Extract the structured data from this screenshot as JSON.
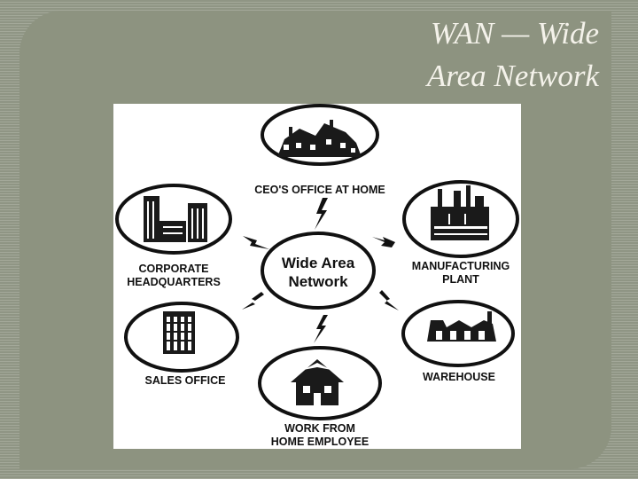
{
  "slide": {
    "title_line1": "WAN — Wide",
    "title_line2": "Area Network"
  },
  "diagram": {
    "hub": {
      "line1": "Wide Area",
      "line2": "Network"
    },
    "nodes": {
      "ceo_home": {
        "line1": "CEO'S OFFICE AT HOME",
        "icon": "house-icon"
      },
      "corporate_hq": {
        "line1": "CORPORATE",
        "line2": "HEADQUARTERS",
        "icon": "office-towers-icon"
      },
      "manufacturing": {
        "line1": "MANUFACTURING",
        "line2": "PLANT",
        "icon": "factory-icon"
      },
      "sales": {
        "line1": "SALES OFFICE",
        "icon": "office-building-icon"
      },
      "warehouse": {
        "line1": "WAREHOUSE",
        "icon": "warehouse-icon"
      },
      "work_from_home": {
        "line1": "WORK FROM",
        "line2": "HOME EMPLOYEE",
        "icon": "small-house-icon"
      }
    },
    "links": [
      {
        "from": "hub",
        "to": "ceo_home",
        "icon": "lightning-bolt-icon"
      },
      {
        "from": "hub",
        "to": "corporate_hq",
        "icon": "lightning-bolt-icon"
      },
      {
        "from": "hub",
        "to": "manufacturing",
        "icon": "lightning-bolt-icon"
      },
      {
        "from": "hub",
        "to": "sales",
        "icon": "lightning-bolt-icon"
      },
      {
        "from": "hub",
        "to": "warehouse",
        "icon": "lightning-bolt-icon"
      },
      {
        "from": "hub",
        "to": "work_from_home",
        "icon": "lightning-bolt-icon"
      }
    ]
  },
  "colors": {
    "background": "#8e9483",
    "title_text": "#f4f2ea",
    "diagram_bg": "#ffffff",
    "diagram_ink": "#111111"
  }
}
